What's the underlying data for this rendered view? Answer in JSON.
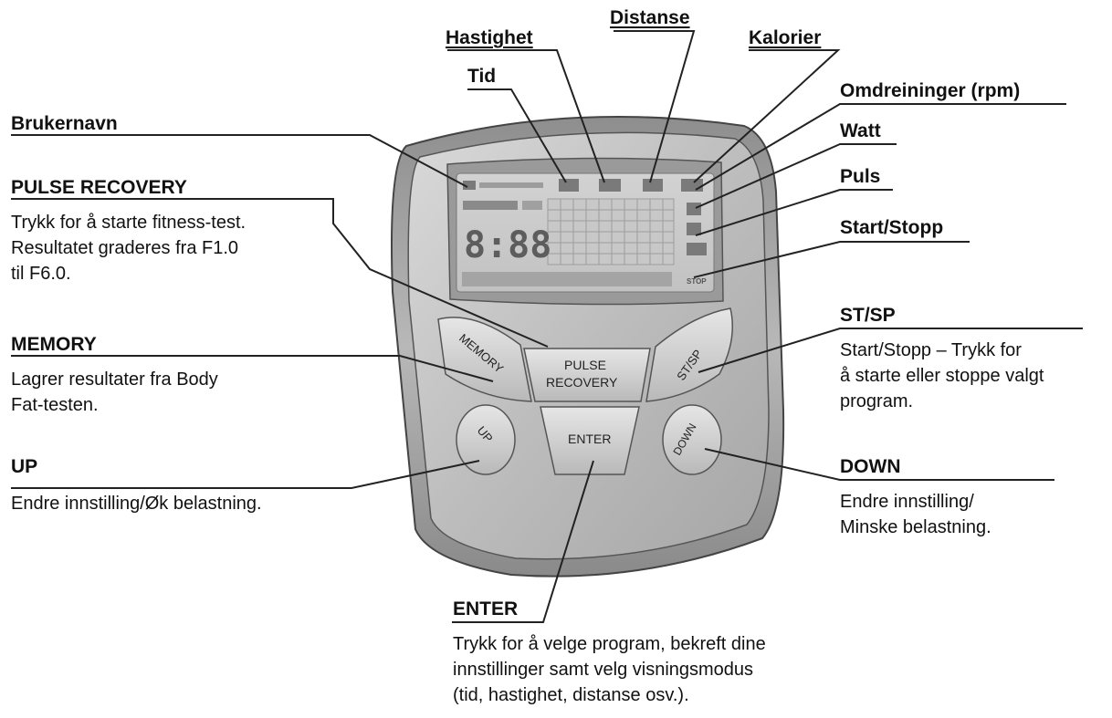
{
  "callouts": {
    "brukernavn": "Brukernavn",
    "pulse_recovery": {
      "title": "PULSE RECOVERY",
      "desc": [
        "Trykk for å starte fitness-test.",
        "Resultatet graderes fra F1.0",
        "til F6.0."
      ]
    },
    "memory": {
      "title": "MEMORY",
      "desc": [
        "Lagrer resultater fra Body",
        "Fat-testen."
      ]
    },
    "up": {
      "title": "UP",
      "desc": [
        "Endre innstilling/Øk belastning."
      ]
    },
    "hastighet": "Hastighet",
    "tid": "Tid",
    "distanse": "Distanse",
    "kalorier": "Kalorier",
    "rpm": "Omdreininger (rpm)",
    "watt": "Watt",
    "puls": "Puls",
    "start_stopp": "Start/Stopp",
    "stsp": {
      "title": "ST/SP",
      "desc": [
        "Start/Stopp – Trykk for",
        "å starte eller stoppe valgt",
        "program."
      ]
    },
    "down": {
      "title": "DOWN",
      "desc": [
        "Endre innstilling/",
        "Minske belastning."
      ]
    },
    "enter": {
      "title": "ENTER",
      "desc": [
        "Trykk for å velge program, bekreft dine",
        "innstillinger samt velg visningsmodus",
        "(tid, hastighet, distanse osv.)."
      ]
    }
  },
  "console": {
    "buttons": {
      "memory": "MEMORY",
      "pulse_recovery_line1": "PULSE",
      "pulse_recovery_line2": "RECOVERY",
      "stsp": "ST/SP",
      "up": "UP",
      "enter": "ENTER",
      "down": "DOWN"
    },
    "lcd": {
      "main_digits": "8:88",
      "stop_label": "STOP"
    }
  }
}
